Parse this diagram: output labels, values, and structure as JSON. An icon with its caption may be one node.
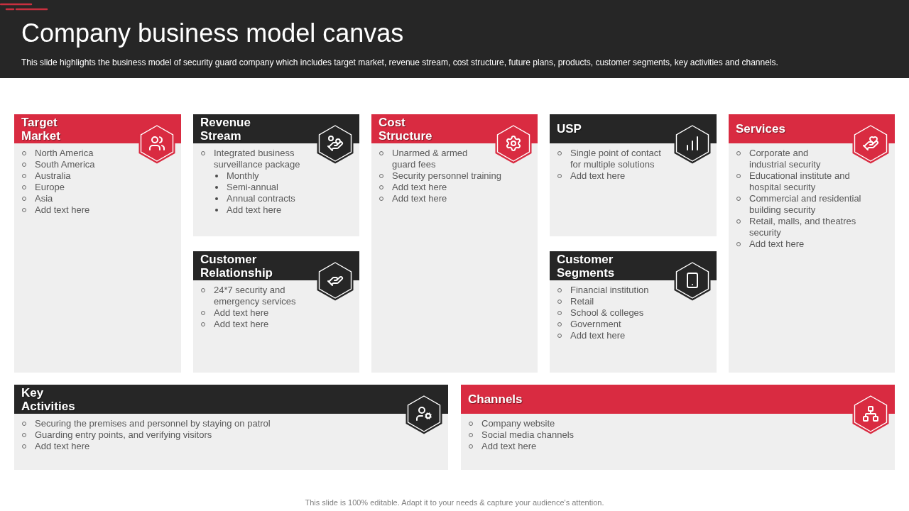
{
  "diagram": {
    "title": "Company business model canvas",
    "nodes": [
      {
        "text": [
          "Target Market",
          "North America",
          "South America",
          "Australia",
          "Europe",
          "Asia",
          "Add text here"
        ]
      },
      {
        "text": [
          "Revenue Stream",
          "Integrated business surveillance package",
          "Monthly",
          "Semi-annual",
          "Annual contracts",
          "Add text here"
        ]
      },
      {
        "text": [
          "Cost Structure",
          "Unarmed & armed guard fees",
          "Security personnel training",
          "Add text here",
          "Add text here"
        ]
      },
      {
        "text": [
          "USP",
          "Single point of contact for multiple solutions",
          "Add text here"
        ]
      },
      {
        "text": [
          "Services",
          "Corporate and industrial security",
          "Educational institute and hospital security",
          "Commercial and residential building security",
          "Retail, malls, and theatres security",
          "Add text here"
        ]
      },
      {
        "text": [
          "Customer Relationship",
          "24*7 security and emergency services",
          "Add text here",
          "Add text here"
        ]
      },
      {
        "text": [
          "Customer Segments",
          "Financial institution",
          "Retail",
          "School & colleges",
          "Government",
          "Add text here"
        ]
      },
      {
        "text": [
          "Key Activities",
          "Securing the premises and personnel by staying on patrol",
          "Guarding entry points, and verifying visitors",
          "Add text here"
        ]
      },
      {
        "text": [
          "Channels",
          "Company website",
          "Social media channels",
          "Add text here"
        ]
      }
    ],
    "labels": [
      "This slide highlights the business model of security guard company which includes target market, revenue stream, cost structure, future plans, products, customer segments, key activities and channels.",
      "This slide is 100% editable. Adapt it to your needs & capture your audience's attention."
    ]
  }
}
